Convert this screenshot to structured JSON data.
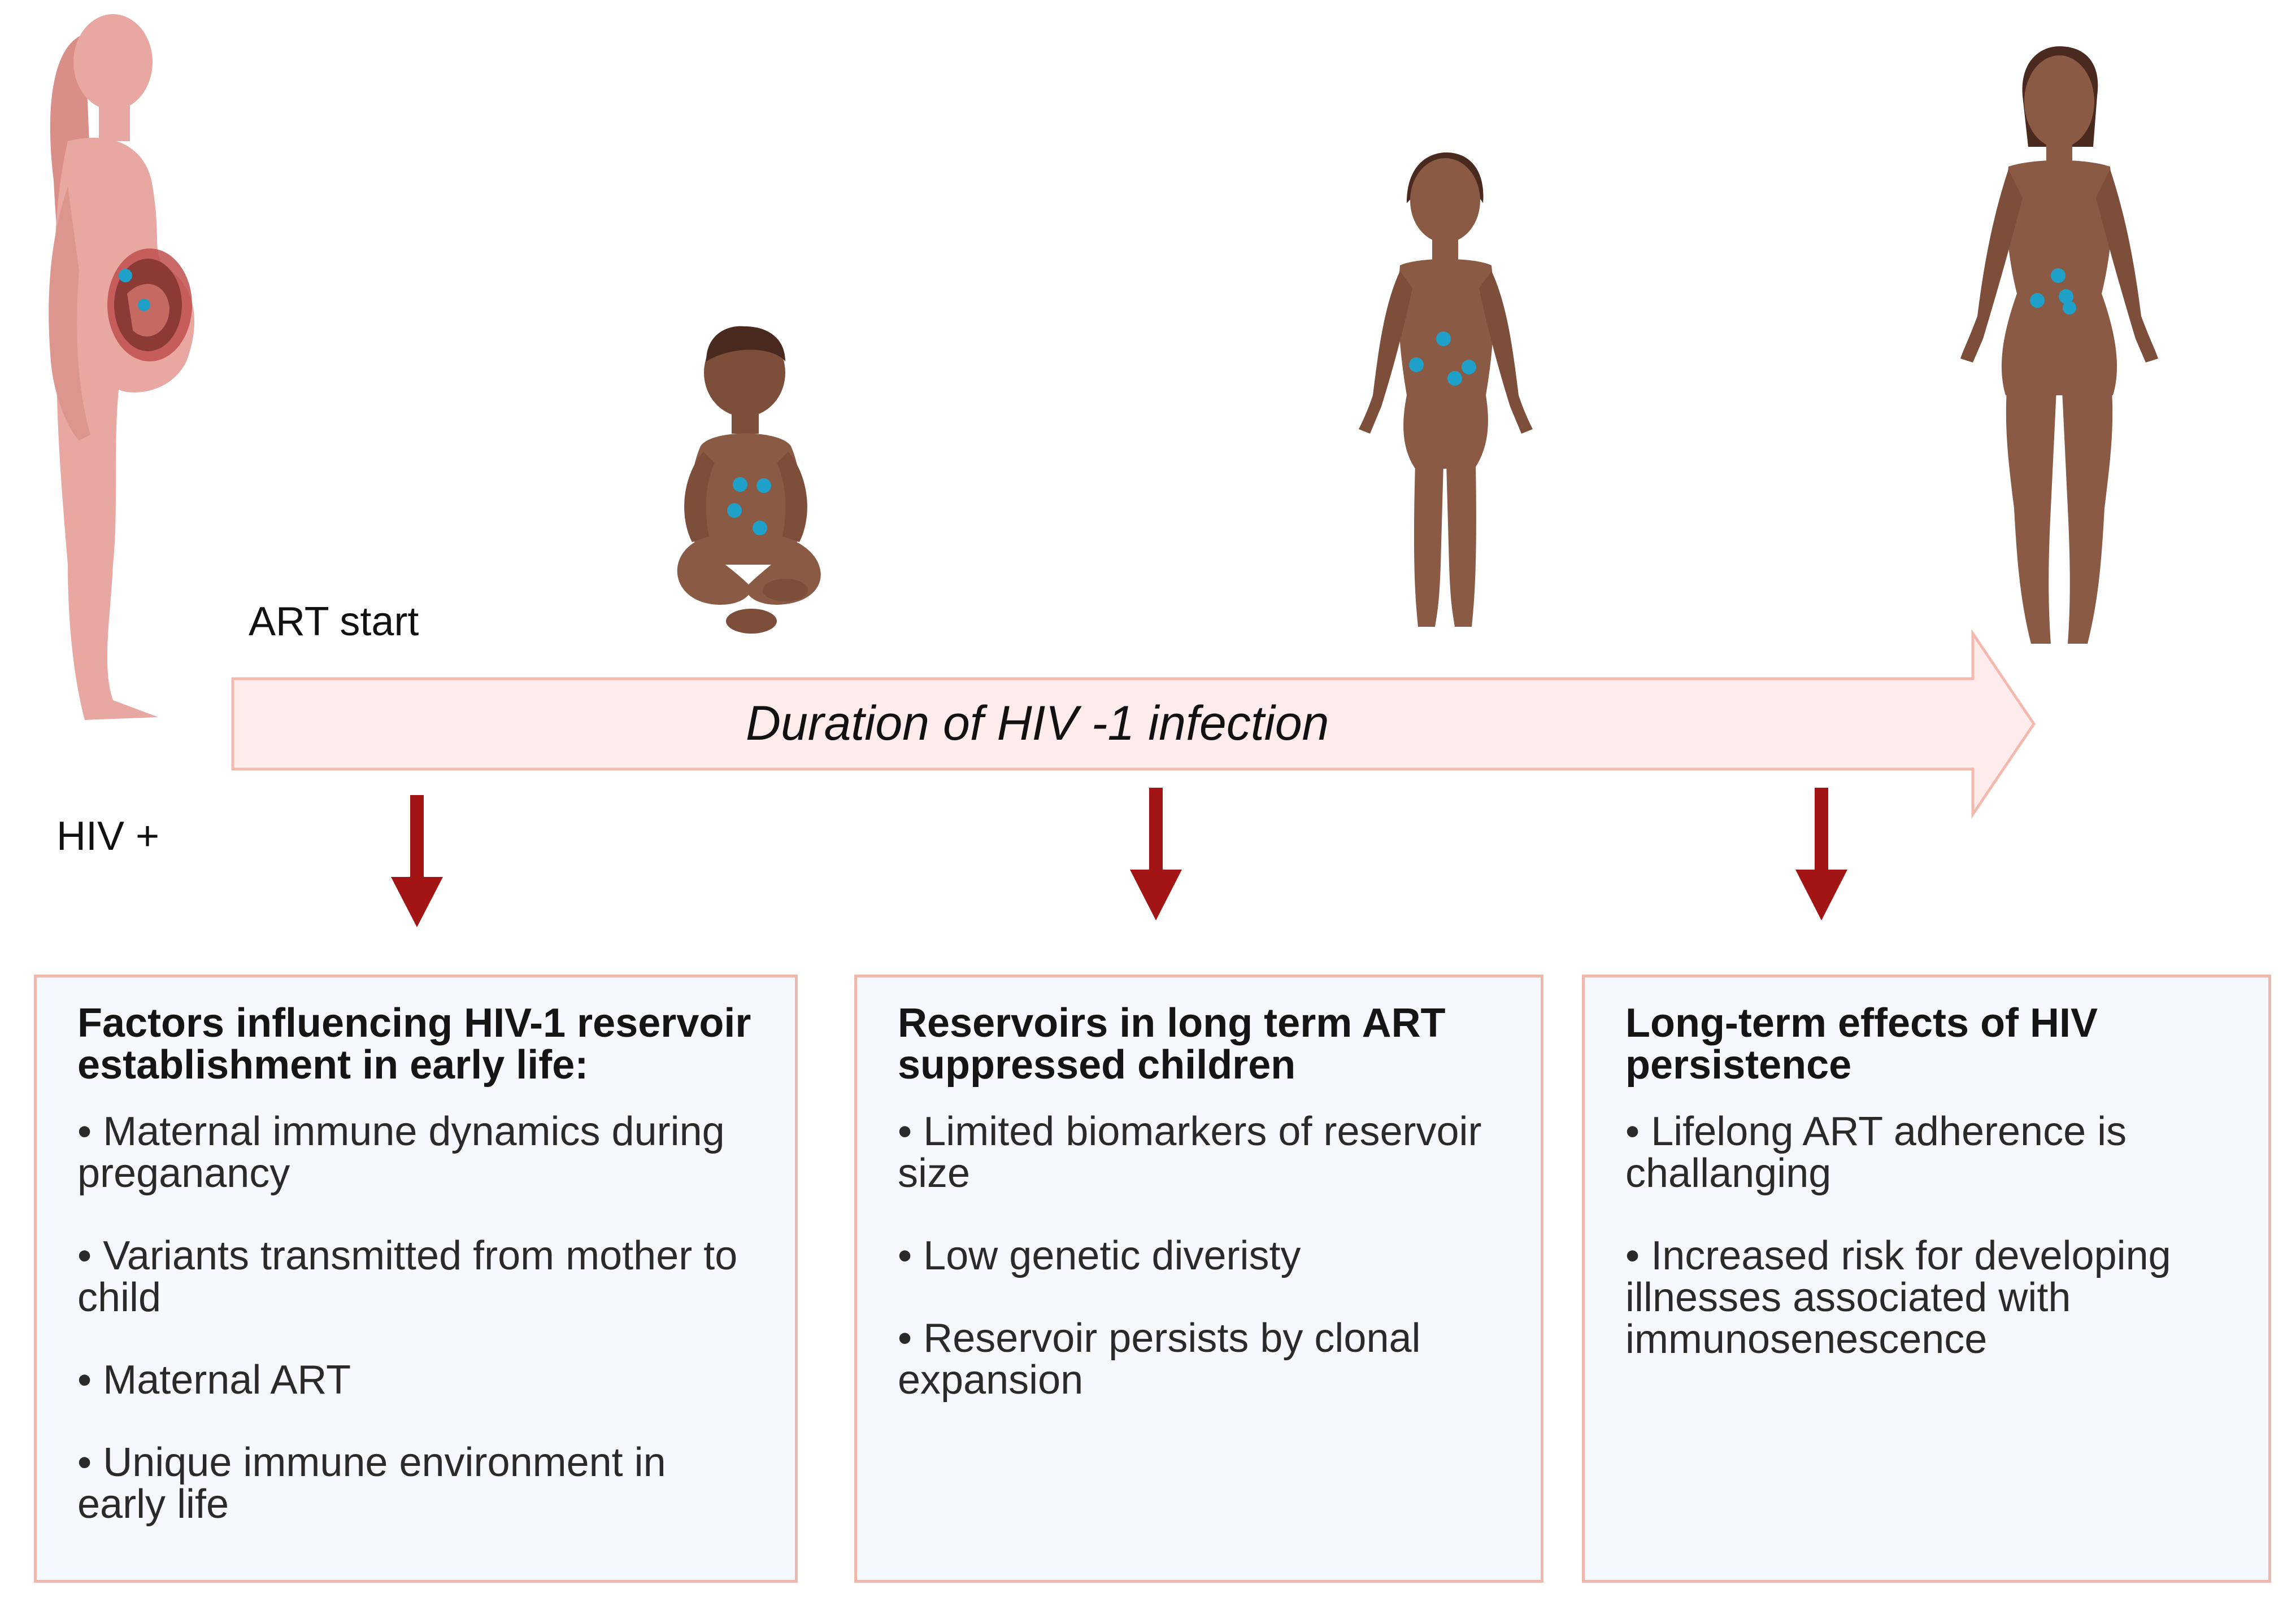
{
  "labels": {
    "art_start": "ART start",
    "hiv_positive": "HIV +",
    "timeline": "Duration of HIV -1 infection"
  },
  "figures": {
    "mother": "pregnant-mother",
    "infant": "infant",
    "child": "child",
    "adult": "adult-woman"
  },
  "panels": [
    {
      "title": "Factors influencing HIV-1 reservoir establishment in early life:",
      "bullets": [
        "• Maternal immune dynamics during  preganancy",
        "•  Variants transmitted from mother to child",
        "•  Maternal ART",
        "•  Unique immune environment in early life"
      ]
    },
    {
      "title": "Reservoirs in long term ART suppressed children",
      "bullets": [
        "• Limited biomarkers of reservoir size",
        "•  Low genetic diveristy",
        "• Reservoir persists by clonal expansion"
      ]
    },
    {
      "title": "Long-term effects of HIV persistence",
      "bullets": [
        "• Lifelong ART adherence is challanging",
        "• Increased risk for developing illnesses associated with immunosenescence"
      ]
    }
  ],
  "colors": {
    "mother_skin": "#e8a7a0",
    "child_skin": "#8a5a44",
    "hair": "#5a3426",
    "virus": "#1ea0c8",
    "timeline_fill": "#fdeceb",
    "timeline_stroke": "#f4b9ae",
    "down_arrow": "#a31515",
    "panel_bg": "#f5f8fc",
    "panel_border": "#f0b8ad"
  }
}
